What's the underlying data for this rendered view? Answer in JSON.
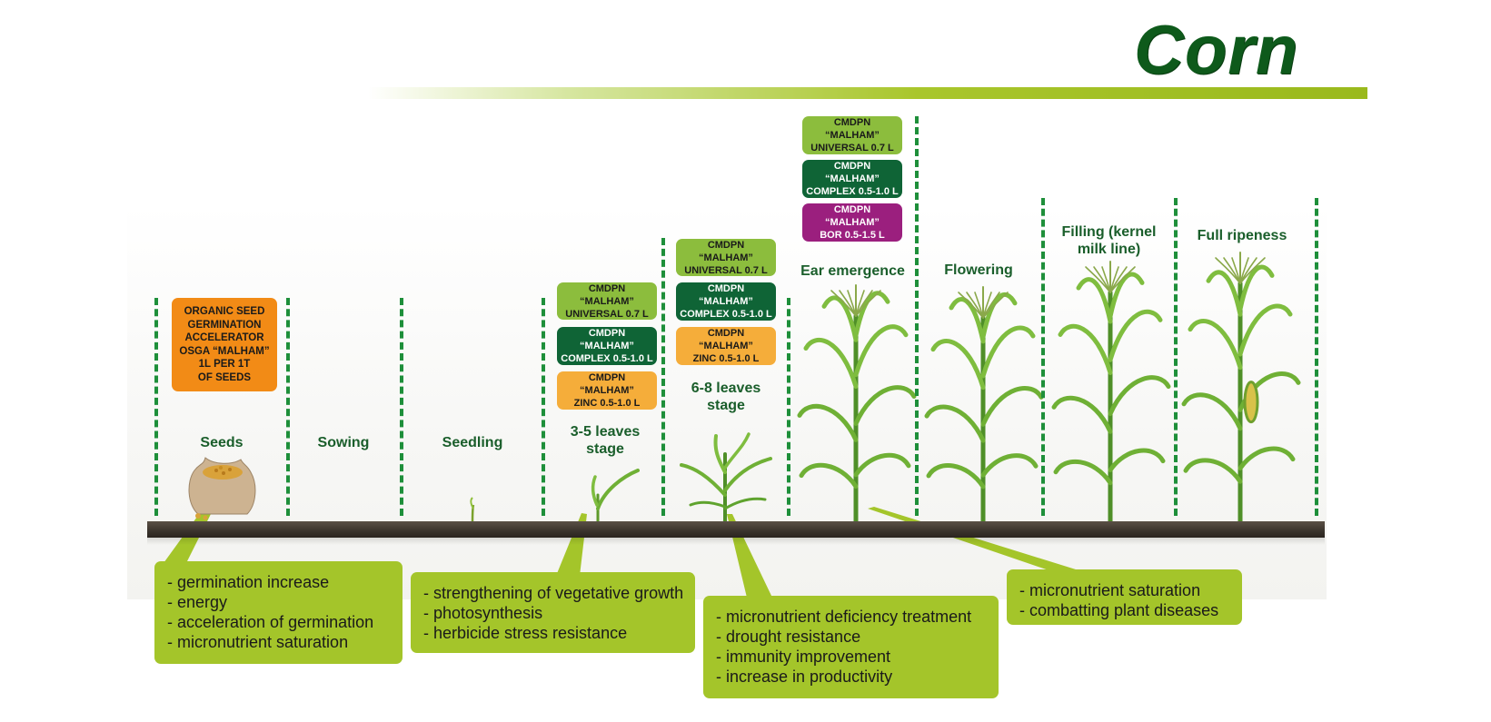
{
  "title": "Corn",
  "stages": [
    {
      "label": "Seeds"
    },
    {
      "label": "Sowing"
    },
    {
      "label": "Seedling"
    },
    {
      "label": "3-5 leaves stage"
    },
    {
      "label": "6-8 leaves stage"
    },
    {
      "label": "Ear emergence"
    },
    {
      "label": "Flowering"
    },
    {
      "label": "Filling (kernel milk line)"
    },
    {
      "label": "Full ripeness"
    }
  ],
  "seed_product": [
    "ORGANIC SEED",
    "GERMINATION",
    "ACCELERATOR",
    "OSGA “MALHAM”",
    "1L PER 1T",
    "OF SEEDS"
  ],
  "products_3_5": [
    {
      "line1": "CMDPN “MALHAM”",
      "line2": "UNIVERSAL 0.7 L"
    },
    {
      "line1": "CMDPN “MALHAM”",
      "line2": "COMPLEX 0.5-1.0 L"
    },
    {
      "line1": "CMDPN “MALHAM”",
      "line2": "ZINC 0.5-1.0 L"
    }
  ],
  "products_6_8": [
    {
      "line1": "CMDPN “MALHAM”",
      "line2": "UNIVERSAL 0.7 L"
    },
    {
      "line1": "CMDPN “MALHAM”",
      "line2": "COMPLEX 0.5-1.0 L"
    },
    {
      "line1": "CMDPN “MALHAM”",
      "line2": "ZINC 0.5-1.0 L"
    }
  ],
  "products_ear": [
    {
      "line1": "CMDPN “MALHAM”",
      "line2": "UNIVERSAL 0.7 L"
    },
    {
      "line1": "CMDPN “MALHAM”",
      "line2": "COMPLEX 0.5-1.0 L"
    },
    {
      "line1": "CMDPN “MALHAM”",
      "line2": "BOR 0.5-1.5 L"
    }
  ],
  "callouts": {
    "seeds": [
      "- germination increase",
      "- energy",
      "- acceleration of germination",
      "- micronutrient saturation"
    ],
    "leaves_3_5": [
      "- strengthening of vegetative growth",
      "- photosynthesis",
      "- herbicide stress resistance"
    ],
    "leaves_6_8": [
      "- micronutrient deficiency treatment",
      "- drought resistance",
      "- immunity improvement",
      "- increase in productivity"
    ],
    "ear": [
      "- micronutrient saturation",
      "- combatting plant diseases"
    ]
  },
  "colors": {
    "title": "#0e5a1b",
    "separator": "#1e8f3a",
    "badge_light": "#8cbd3d",
    "badge_dark": "#0f6436",
    "badge_orange": "#f5ad3a",
    "badge_purple": "#9b1f7e",
    "seed_box": "#f28b16",
    "callout": "#a4c52a"
  }
}
